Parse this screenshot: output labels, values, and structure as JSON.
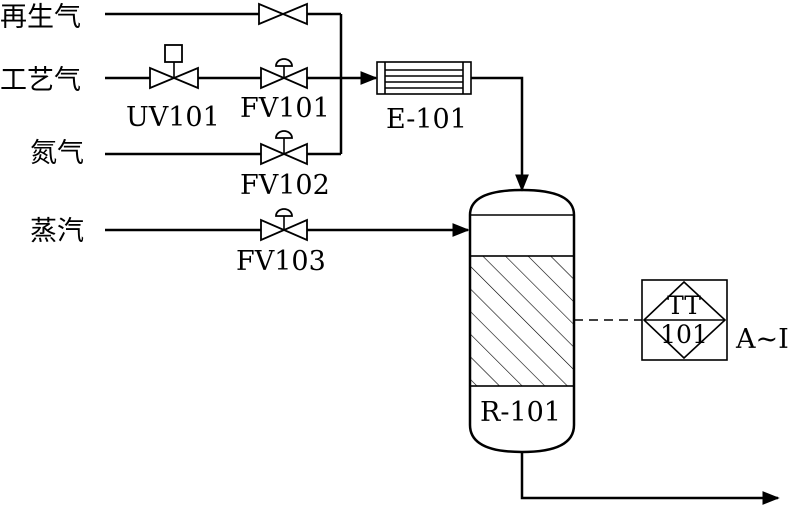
{
  "streams": {
    "regen_gas": "再生气",
    "process_gas": "工艺气",
    "nitrogen": "氮气",
    "steam": "蒸汽"
  },
  "valves": {
    "uv101": "UV101",
    "fv101": "FV101",
    "fv102": "FV102",
    "fv103": "FV103"
  },
  "equipment": {
    "exchanger": "E-101",
    "reactor": "R-101"
  },
  "instrument": {
    "type": "TT",
    "number": "101",
    "range": "A~I"
  }
}
